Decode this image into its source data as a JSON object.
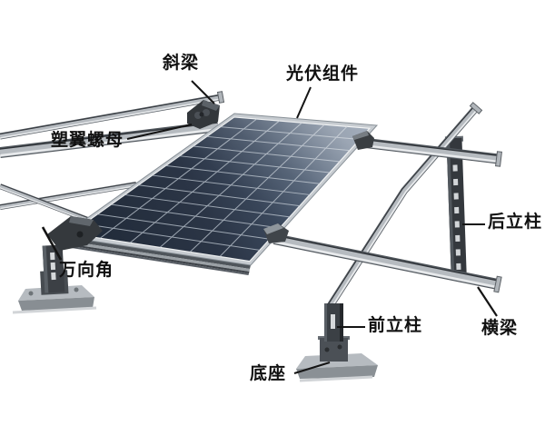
{
  "figure": {
    "description": "Annotated diagram of a solar photovoltaic mounting bracket with a PV panel on inclined beams, columns and bases",
    "background": "#ffffff",
    "labels": [
      {
        "id": "inclined-beam",
        "text": "斜梁"
      },
      {
        "id": "pv-module",
        "text": "光伏组件"
      },
      {
        "id": "plastic-wing-nut",
        "text": "塑翼螺母"
      },
      {
        "id": "universal-angle",
        "text": "万向角"
      },
      {
        "id": "rear-column",
        "text": "后立柱"
      },
      {
        "id": "cross-beam",
        "text": "横梁"
      },
      {
        "id": "front-column",
        "text": "前立柱"
      },
      {
        "id": "base",
        "text": "底座"
      }
    ],
    "panel": {
      "grid_rows": 12,
      "grid_cols": 6,
      "cell_color_dark": "#202a38",
      "cell_color_light": "#72839a",
      "frame_color": "#c6cbd0",
      "grid_line_color": "#bac3cd"
    },
    "colors": {
      "metal_light": "#e9ebed",
      "metal_mid": "#b6bbc0",
      "metal_dark": "#50565c",
      "steel_dark": "#35393d",
      "slot_color": "#d6d9db",
      "base_plate": "#b6bbc0",
      "label_text": "#101010",
      "leader_line": "#141414"
    }
  }
}
